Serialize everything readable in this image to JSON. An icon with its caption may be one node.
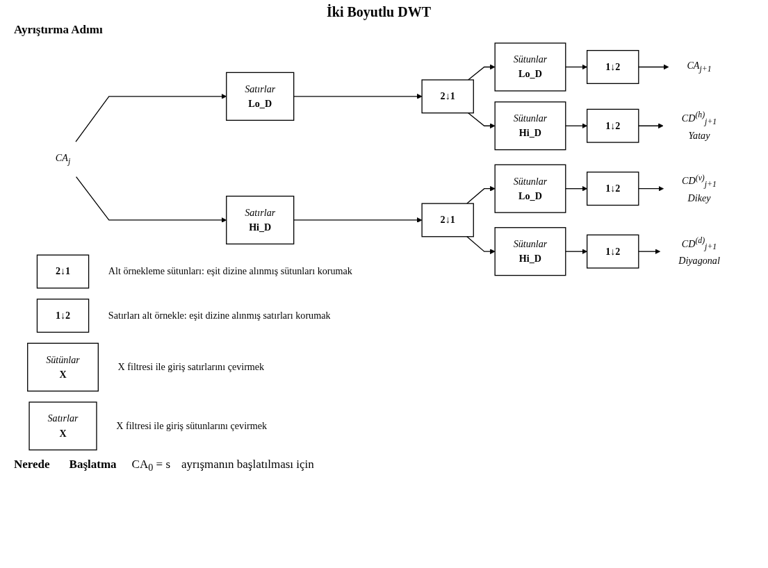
{
  "diagram": {
    "title": "İki Boyutlu DWT",
    "nodes": [
      {
        "text": [
          "CA$_{j}$"
        ]
      },
      {
        "text": [
          "Satırlar",
          "Lo_D"
        ]
      },
      {
        "text": [
          "2↓1"
        ]
      },
      {
        "text": [
          "Sütunlar",
          "Lo_D"
        ]
      },
      {
        "text": [
          "1↓2"
        ]
      },
      {
        "text": [
          "CA$_{j+1}$"
        ]
      },
      {
        "text": [
          "Sütunlar",
          "Hi_D"
        ]
      },
      {
        "text": [
          "1↓2"
        ]
      },
      {
        "text": [
          "CD$^{(h)}$$_{j+1}$"
        ],
        "beside": [
          "Yatay"
        ]
      },
      {
        "text": [
          "Satırlar",
          "Hi_D"
        ]
      },
      {
        "text": [
          "2↓1"
        ]
      },
      {
        "text": [
          "Sütunlar",
          "Lo_D"
        ]
      },
      {
        "text": [
          "1↓2"
        ]
      },
      {
        "text": [
          "CD$^{(v)}$$_{j+1}$"
        ],
        "beside": [
          "Dikey"
        ]
      },
      {
        "text": [
          "Sütunlar",
          "Hi_D"
        ]
      },
      {
        "text": [
          "1↓2"
        ]
      },
      {
        "text": [
          "CD$^{(d)}$$_{j+1}$"
        ],
        "beside": [
          "Diyagonal"
        ]
      },
      {
        "text": [
          "2↓1"
        ],
        "beside": [
          "Alt örnekleme sütunları: eşit dizine alınmış sütunları korumak"
        ]
      },
      {
        "text": [
          "1↓2"
        ],
        "beside": [
          "Satırları alt örnekle: eşit dizine alınmış satırları korumak"
        ]
      },
      {
        "text": [
          "Sütünlar",
          "X"
        ],
        "beside": [
          "X filtresi ile giriş satırlarını çevirmek"
        ]
      },
      {
        "text": [
          "Satırlar",
          "X"
        ],
        "beside": [
          "X filtresi ile giriş sütunlarını çevirmek"
        ]
      }
    ],
    "edges": [
      {
        "from": 0,
        "to": 1,
        "arrow": "to"
      },
      {
        "from": 0,
        "to": 9,
        "arrow": "to"
      },
      {
        "from": 1,
        "to": 2,
        "arrow": "to"
      },
      {
        "from": 2,
        "to": 3,
        "arrow": "to"
      },
      {
        "from": 2,
        "to": 6,
        "arrow": "to"
      },
      {
        "from": 3,
        "to": 4,
        "arrow": "to"
      },
      {
        "from": 4,
        "to": 5,
        "arrow": "to"
      },
      {
        "from": 6,
        "to": 7,
        "arrow": "to"
      },
      {
        "from": 7,
        "to": 8,
        "arrow": "to"
      },
      {
        "from": 9,
        "to": 10,
        "arrow": "to"
      },
      {
        "from": 10,
        "to": 11,
        "arrow": "to"
      },
      {
        "from": 10,
        "to": 14,
        "arrow": "to"
      },
      {
        "from": 11,
        "to": 12,
        "arrow": "to"
      },
      {
        "from": 12,
        "to": 13,
        "arrow": "to"
      },
      {
        "from": 14,
        "to": 15,
        "arrow": "to"
      },
      {
        "from": 15,
        "to": 16,
        "arrow": "to"
      }
    ],
    "labels": [
      "Ayrıştırma Adımı",
      "Nerede",
      "Başlatma",
      "CA$_{0}$ = s",
      "ayrışmanın başlatılması için"
    ]
  }
}
